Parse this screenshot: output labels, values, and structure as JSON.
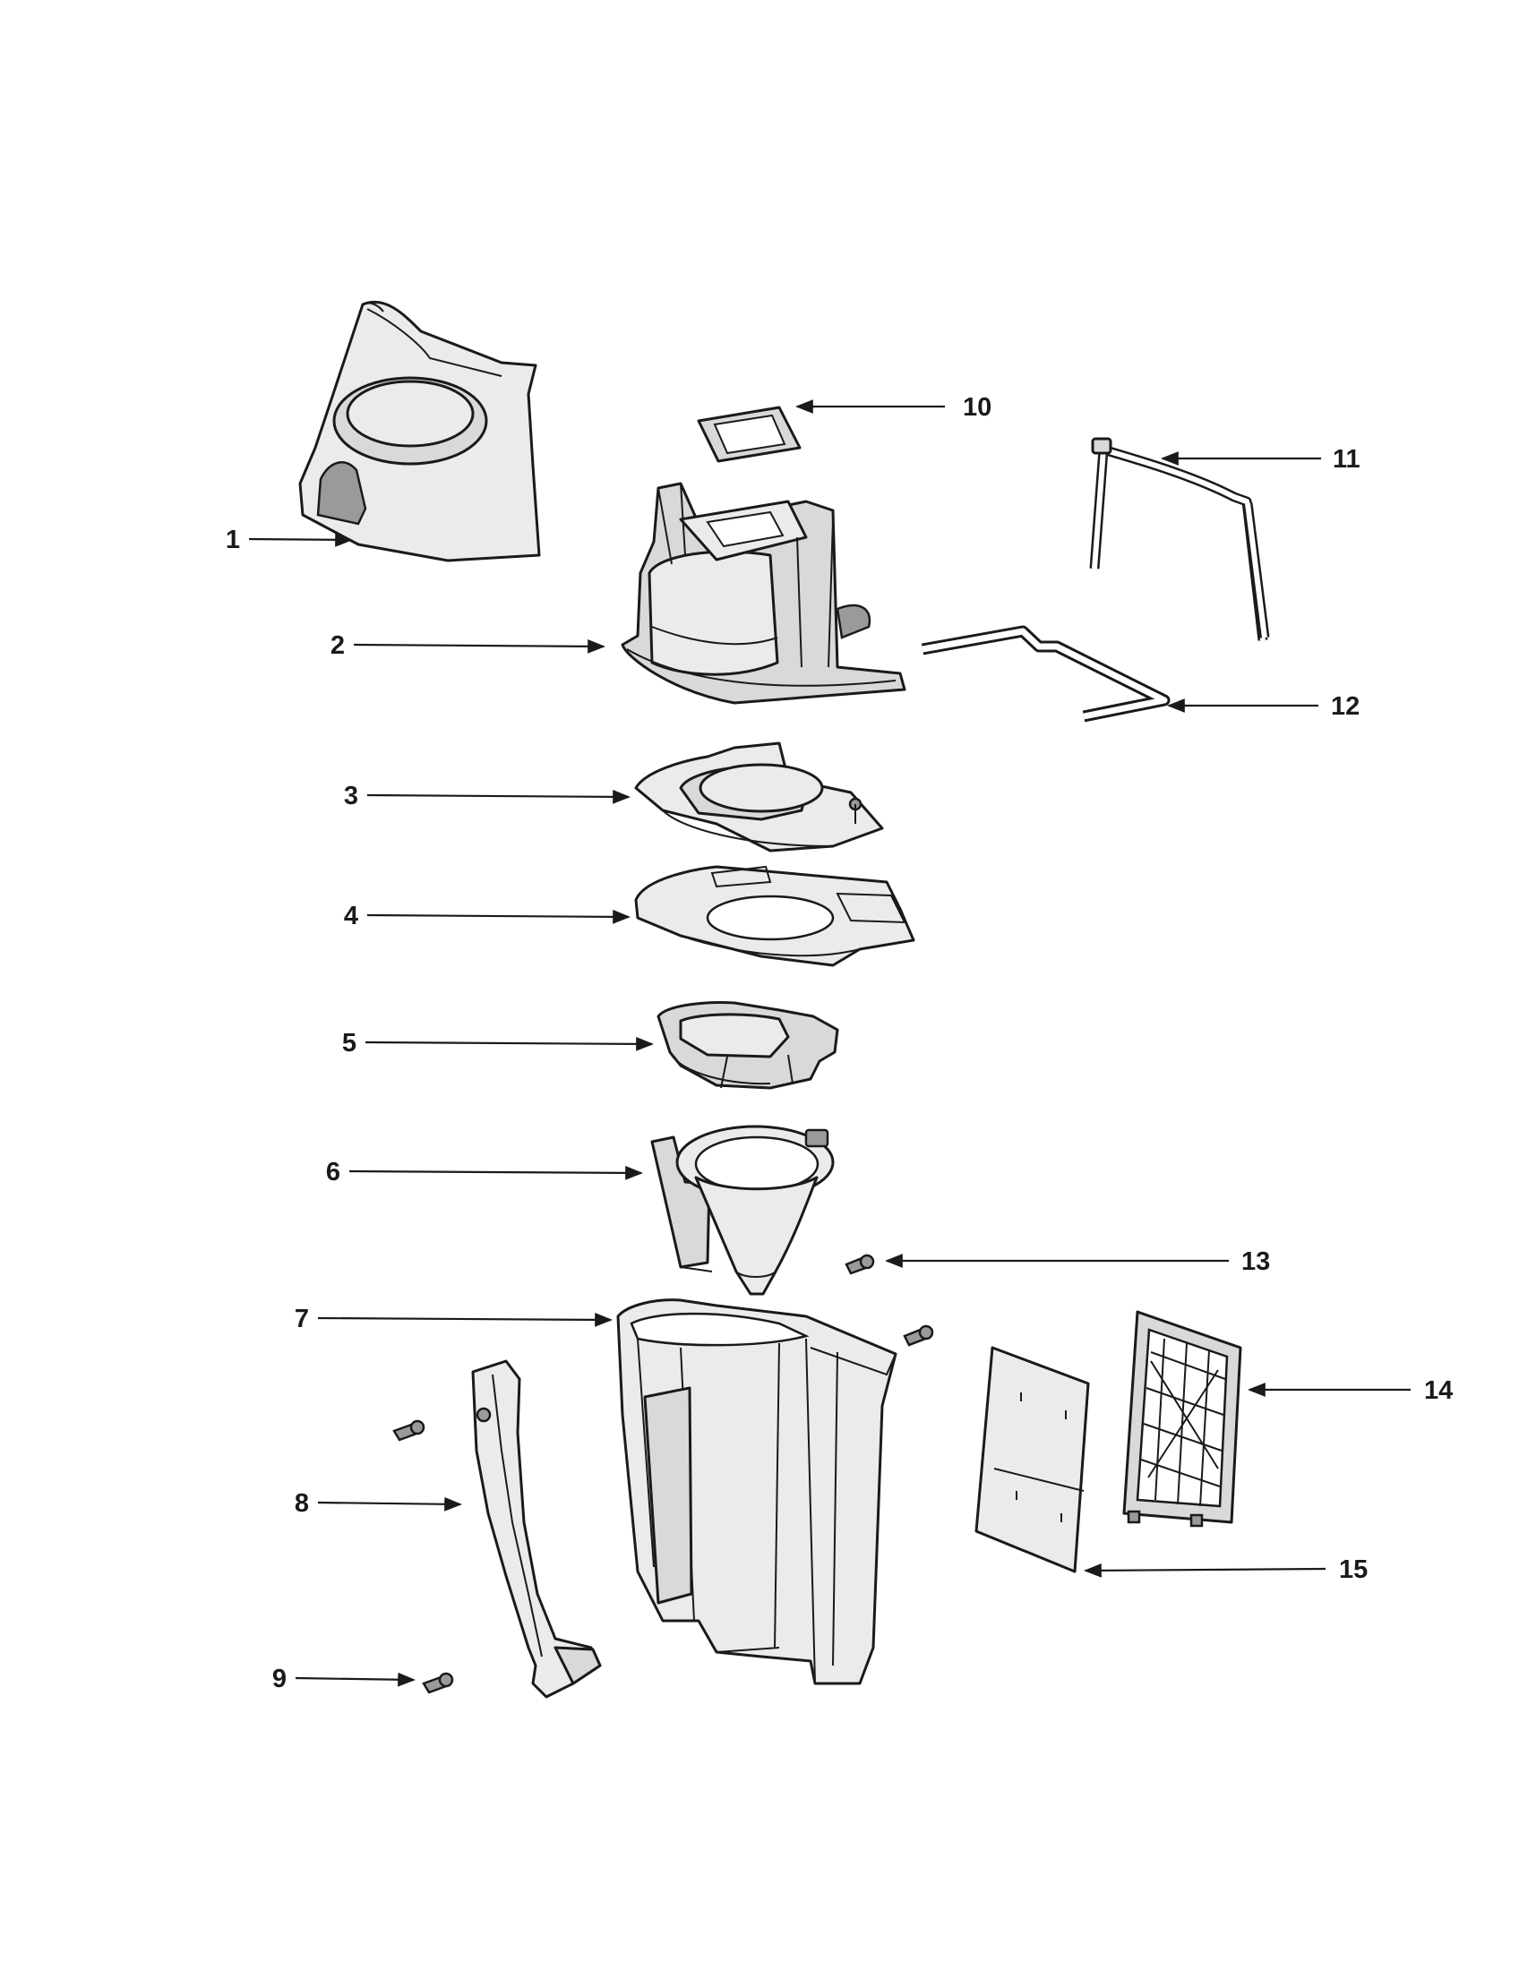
{
  "diagram": {
    "callouts": [
      {
        "id": 1,
        "label": "1"
      },
      {
        "id": 2,
        "label": "2"
      },
      {
        "id": 3,
        "label": "3"
      },
      {
        "id": 4,
        "label": "4"
      },
      {
        "id": 5,
        "label": "5"
      },
      {
        "id": 6,
        "label": "6"
      },
      {
        "id": 7,
        "label": "7"
      },
      {
        "id": 8,
        "label": "8"
      },
      {
        "id": 9,
        "label": "9"
      },
      {
        "id": 10,
        "label": "10"
      },
      {
        "id": 11,
        "label": "11"
      },
      {
        "id": 12,
        "label": "12"
      },
      {
        "id": 13,
        "label": "13"
      },
      {
        "id": 14,
        "label": "14"
      },
      {
        "id": 15,
        "label": "15"
      }
    ]
  }
}
